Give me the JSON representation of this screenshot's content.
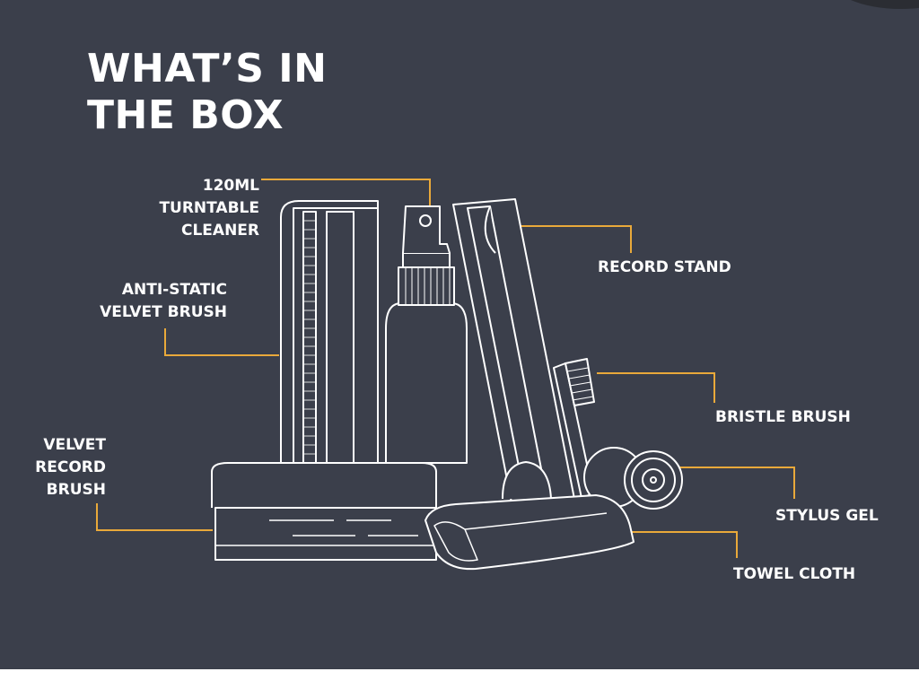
{
  "title": {
    "line1": "WHAT’S IN",
    "line2": "THE BOX"
  },
  "labels": {
    "cleaner": [
      "120ML",
      "TURNTABLE",
      "CLEANER"
    ],
    "anti_static": [
      "ANTI-STATIC",
      "VELVET BRUSH"
    ],
    "velvet_record": [
      "VELVET",
      "RECORD",
      "BRUSH"
    ],
    "record_stand": "RECORD STAND",
    "bristle_brush": "BRISTLE BRUSH",
    "stylus_gel": "STYLUS GEL",
    "towel_cloth": "TOWEL CLOTH"
  },
  "colors": {
    "background": "#3b3f4b",
    "text": "#ffffff",
    "leader_line": "#e9a93a",
    "outline": "#ffffff"
  }
}
